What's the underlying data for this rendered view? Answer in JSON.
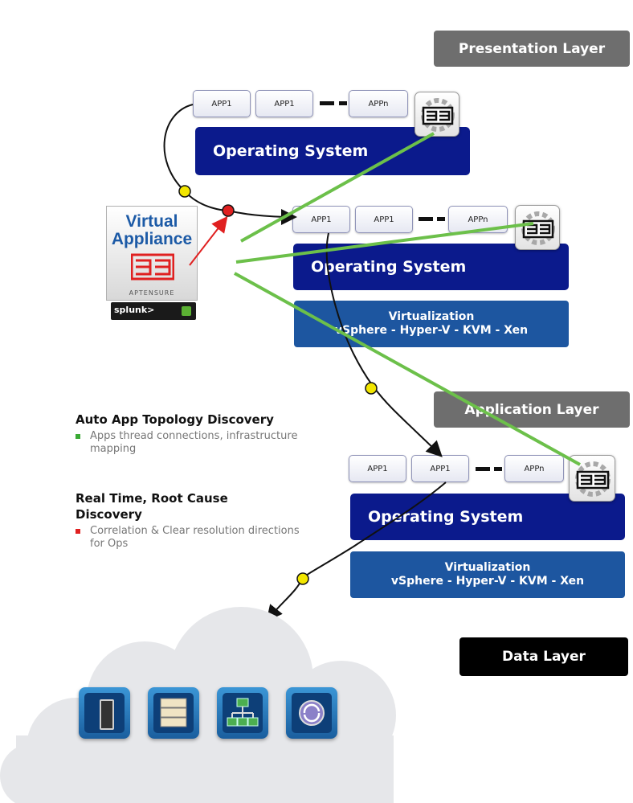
{
  "layers": {
    "presentation": "Presentation Layer",
    "application": "Application Layer",
    "data": "Data Layer"
  },
  "tiers": [
    {
      "apps": [
        "APP1",
        "APP1",
        "APPn"
      ],
      "os": "Operating System"
    },
    {
      "apps": [
        "APP1",
        "APP1",
        "APPn"
      ],
      "os": "Operating System",
      "virt_title": "Virtualization",
      "virt_sub": "vSphere - Hyper-V - KVM - Xen"
    },
    {
      "apps": [
        "APP1",
        "APP1",
        "APPn"
      ],
      "os": "Operating System",
      "virt_title": "Virtualization",
      "virt_sub": "vSphere - Hyper-V - KVM - Xen"
    }
  ],
  "appliance": {
    "title_line1": "Virtual",
    "title_line2": "Appliance",
    "brand": "APTENSURE",
    "splunk": "splunk>"
  },
  "features": [
    {
      "title": "Auto App Topology Discovery",
      "bullet": "Apps thread connections, infrastructure mapping",
      "bullet_color": "#3aaa35"
    },
    {
      "title": "Real Time, Root Cause Discovery",
      "bullet": "Correlation & Clear resolution directions for Ops",
      "bullet_color": "#e02020"
    }
  ],
  "data_icons": [
    "server-icon",
    "database-icon",
    "network-icon",
    "sync-icon"
  ],
  "colors": {
    "os_blue": "#0b1a8c",
    "virt_blue": "#1d56a0",
    "connector_green": "#6cc04a",
    "alert_red": "#e02020",
    "node_yellow": "#f2e600"
  }
}
